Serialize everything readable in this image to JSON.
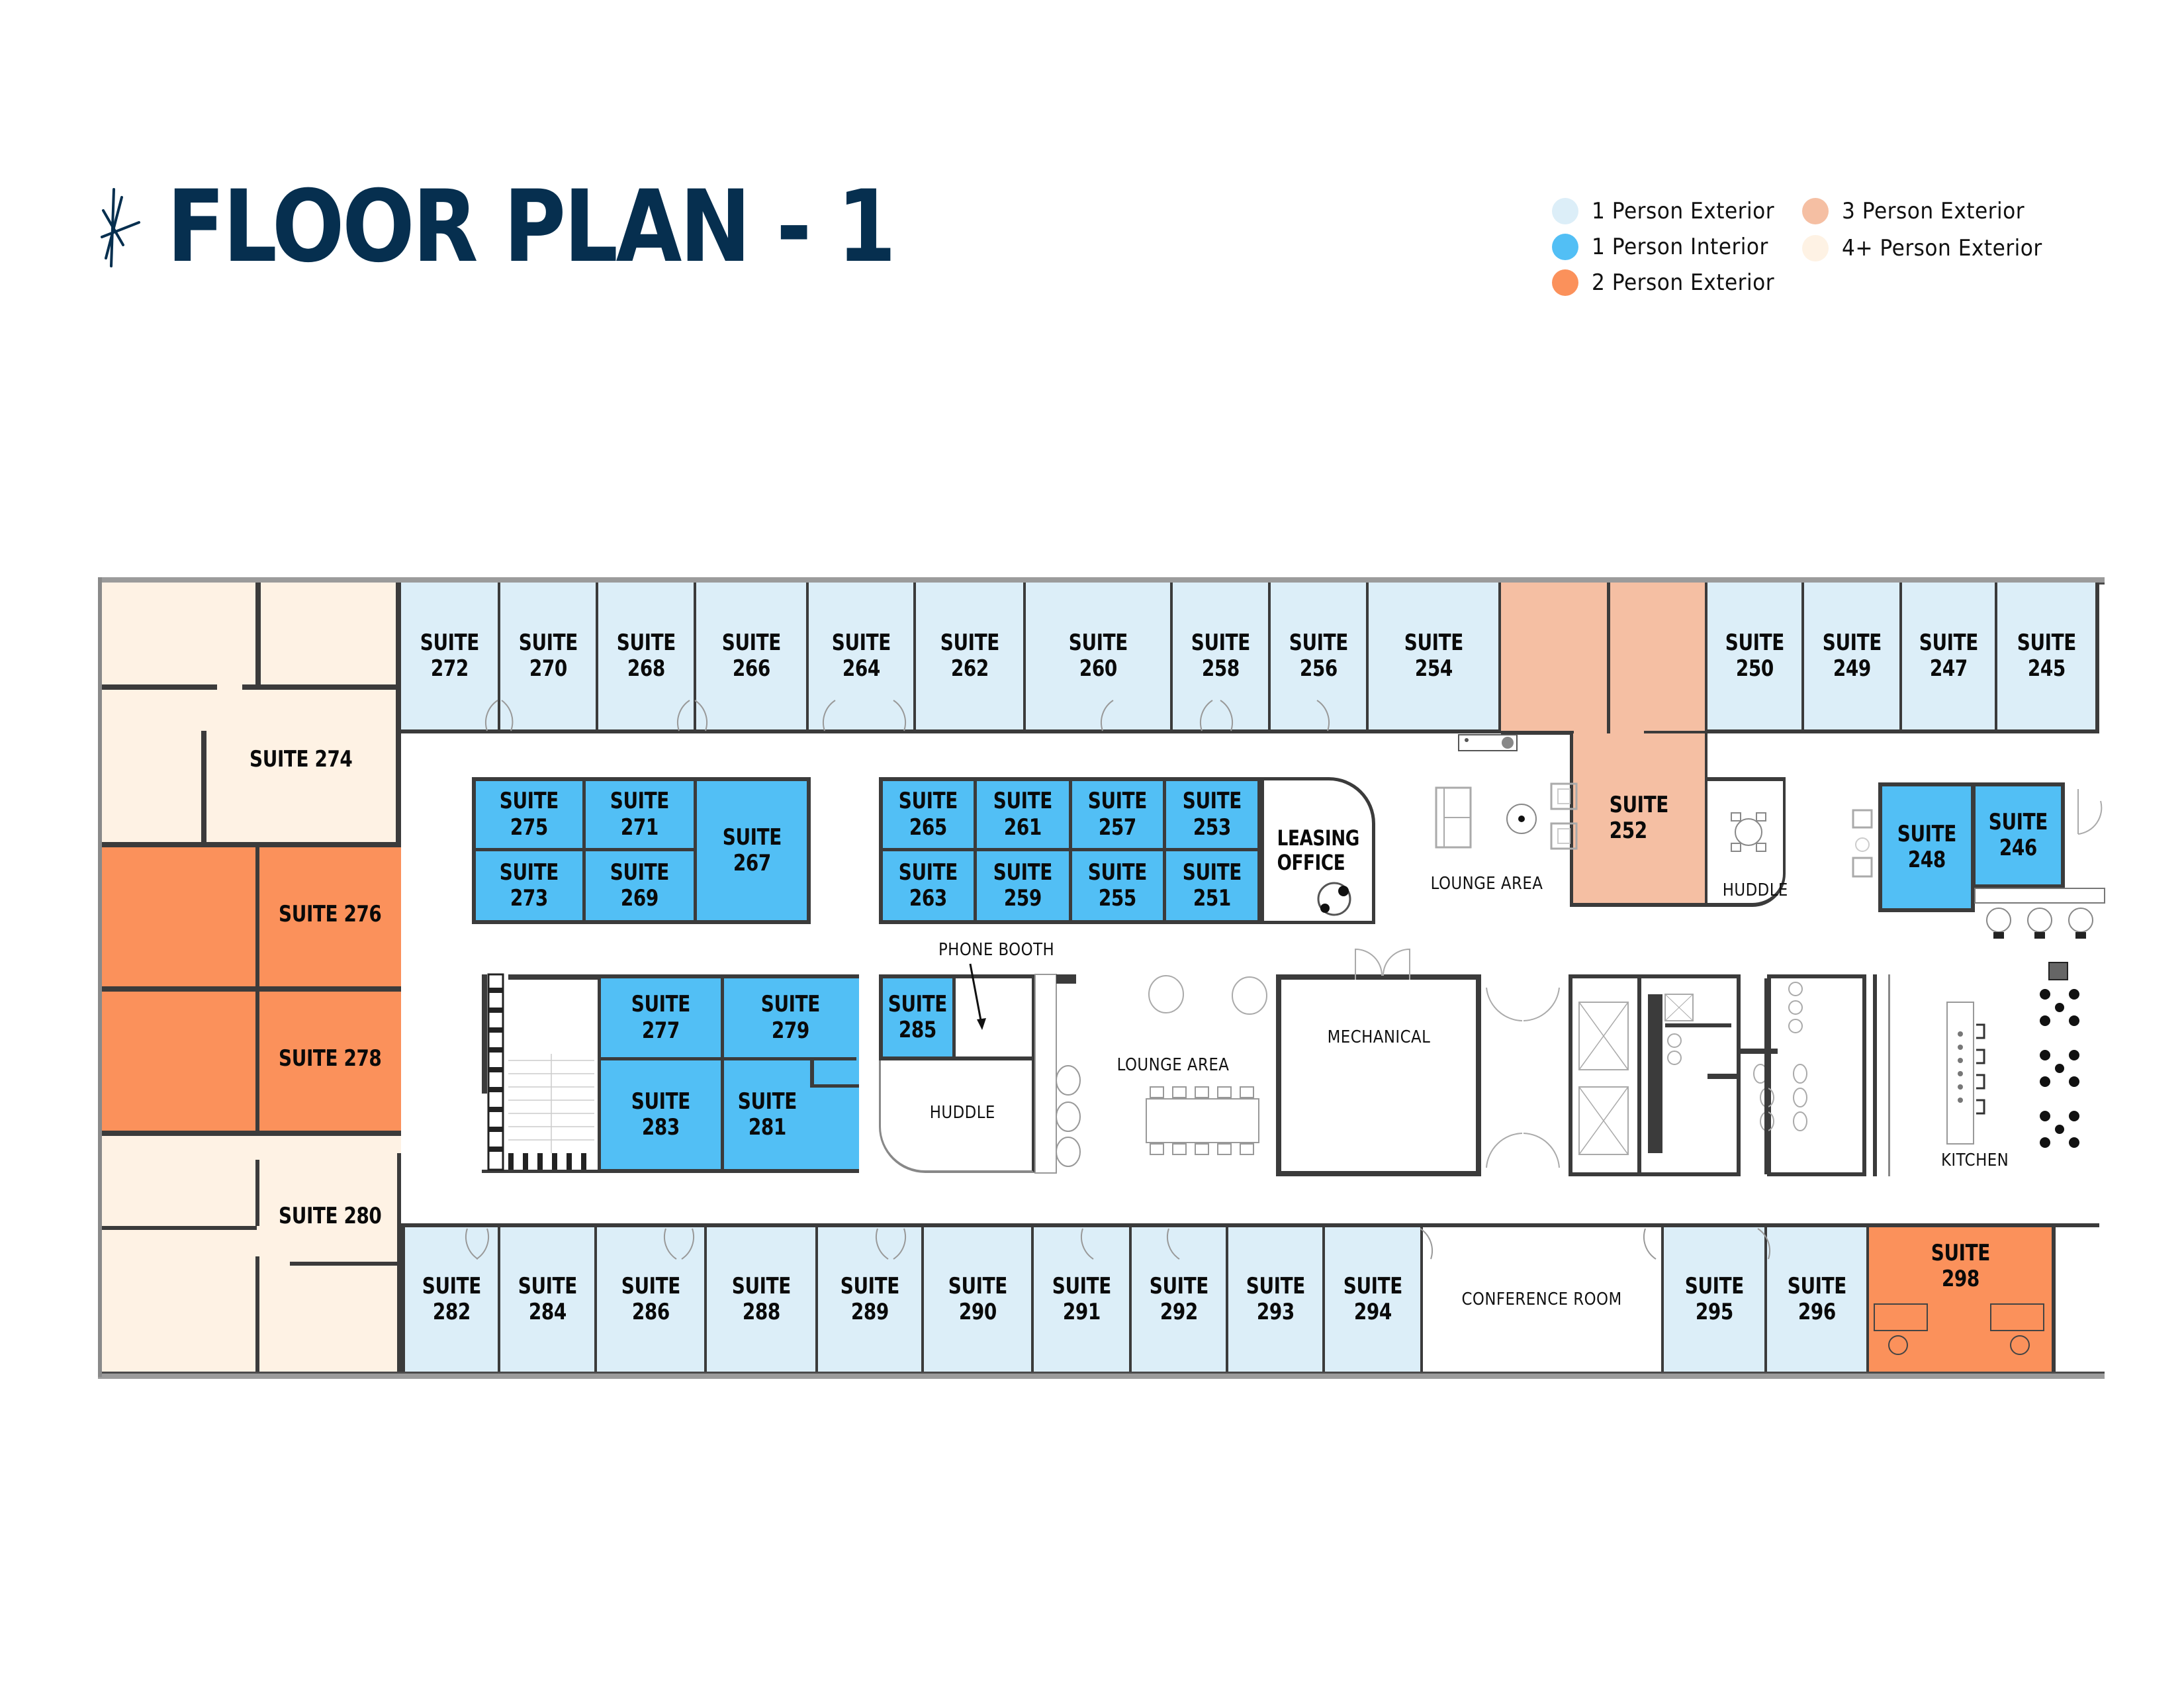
{
  "header": {
    "title": "FLOOR PLAN - 1",
    "logo_icon": "starburst-icon"
  },
  "legend": {
    "items": [
      {
        "label": "1 Person Exterior",
        "color": "#DCEEF8"
      },
      {
        "label": "1 Person Interior",
        "color": "#52BFF5"
      },
      {
        "label": "2 Person Exterior",
        "color": "#FB915B"
      },
      {
        "label": "3 Person Exterior",
        "color": "#F5BFA3"
      },
      {
        "label": "4+ Person Exterior",
        "color": "#FEF2E4"
      }
    ]
  },
  "colors": {
    "one_person_exterior": "#DCEEF8",
    "one_person_interior": "#52BFF5",
    "two_person_exterior": "#FB915B",
    "three_person_exterior": "#F5BFA3",
    "four_plus_person_exterior": "#FEF2E4",
    "title": "#062F4F",
    "wall": "#3B3B3B"
  },
  "plan": {
    "top_row": [
      {
        "label": "SUITE\n272",
        "type": "one_person_exterior"
      },
      {
        "label": "SUITE\n270",
        "type": "one_person_exterior"
      },
      {
        "label": "SUITE\n268",
        "type": "one_person_exterior"
      },
      {
        "label": "SUITE\n266",
        "type": "one_person_exterior"
      },
      {
        "label": "SUITE\n264",
        "type": "one_person_exterior"
      },
      {
        "label": "SUITE\n262",
        "type": "one_person_exterior"
      },
      {
        "label": "SUITE\n260",
        "type": "one_person_exterior"
      },
      {
        "label": "SUITE\n258",
        "type": "one_person_exterior"
      },
      {
        "label": "SUITE\n256",
        "type": "one_person_exterior"
      },
      {
        "label": "SUITE\n254",
        "type": "one_person_exterior"
      },
      {
        "label": "SUITE\n250",
        "type": "one_person_exterior"
      },
      {
        "label": "SUITE\n249",
        "type": "one_person_exterior"
      },
      {
        "label": "SUITE\n247",
        "type": "one_person_exterior"
      },
      {
        "label": "SUITE\n245",
        "type": "one_person_exterior"
      }
    ],
    "left_column": [
      {
        "label": "SUITE 274",
        "type": "four_plus_person_exterior"
      },
      {
        "label": "SUITE 276",
        "type": "two_person_exterior"
      },
      {
        "label": "SUITE 278",
        "type": "two_person_exterior"
      },
      {
        "label": "SUITE 280",
        "type": "four_plus_person_exterior"
      }
    ],
    "interior_block_a": [
      {
        "label": "SUITE\n275",
        "type": "one_person_interior"
      },
      {
        "label": "SUITE\n271",
        "type": "one_person_interior"
      },
      {
        "label": "SUITE\n273",
        "type": "one_person_interior"
      },
      {
        "label": "SUITE\n269",
        "type": "one_person_interior"
      },
      {
        "label": "SUITE\n267",
        "type": "one_person_interior"
      }
    ],
    "interior_block_b": [
      {
        "label": "SUITE\n265",
        "type": "one_person_interior"
      },
      {
        "label": "SUITE\n261",
        "type": "one_person_interior"
      },
      {
        "label": "SUITE\n257",
        "type": "one_person_interior"
      },
      {
        "label": "SUITE\n253",
        "type": "one_person_interior"
      },
      {
        "label": "SUITE\n263",
        "type": "one_person_interior"
      },
      {
        "label": "SUITE\n259",
        "type": "one_person_interior"
      },
      {
        "label": "SUITE\n255",
        "type": "one_person_interior"
      },
      {
        "label": "SUITE\n251",
        "type": "one_person_interior"
      }
    ],
    "leasing_office": "LEASING\nOFFICE",
    "lounge_area_top": "LOUNGE AREA",
    "suite_252": {
      "label": "SUITE\n252",
      "type": "three_person_exterior"
    },
    "huddle_right": "HUDDLE",
    "suite_248": {
      "label": "SUITE\n248",
      "type": "one_person_interior"
    },
    "suite_246": {
      "label": "SUITE\n246",
      "type": "one_person_interior"
    },
    "interior_block_c": [
      {
        "label": "SUITE\n277",
        "type": "one_person_interior"
      },
      {
        "label": "SUITE\n279",
        "type": "one_person_interior"
      },
      {
        "label": "SUITE\n283",
        "type": "one_person_interior"
      },
      {
        "label": "SUITE\n281",
        "type": "one_person_interior"
      }
    ],
    "suite_285": {
      "label": "SUITE\n285",
      "type": "one_person_interior"
    },
    "phone_booth": "PHONE BOOTH",
    "huddle_left": "HUDDLE",
    "lounge_area_middle": "LOUNGE AREA",
    "mechanical": "MECHANICAL",
    "kitchen": "KITCHEN",
    "bottom_row": [
      {
        "label": "SUITE\n282",
        "type": "one_person_exterior"
      },
      {
        "label": "SUITE\n284",
        "type": "one_person_exterior"
      },
      {
        "label": "SUITE\n286",
        "type": "one_person_exterior"
      },
      {
        "label": "SUITE\n288",
        "type": "one_person_exterior"
      },
      {
        "label": "SUITE\n289",
        "type": "one_person_exterior"
      },
      {
        "label": "SUITE\n290",
        "type": "one_person_exterior"
      },
      {
        "label": "SUITE\n291",
        "type": "one_person_exterior"
      },
      {
        "label": "SUITE\n292",
        "type": "one_person_exterior"
      },
      {
        "label": "SUITE\n293",
        "type": "one_person_exterior"
      },
      {
        "label": "SUITE\n294",
        "type": "one_person_exterior"
      },
      {
        "label": "SUITE\n295",
        "type": "one_person_exterior"
      },
      {
        "label": "SUITE\n296",
        "type": "one_person_exterior"
      },
      {
        "label": "SUITE\n298",
        "type": "two_person_exterior"
      }
    ],
    "conference_room": "CONFERENCE ROOM"
  }
}
